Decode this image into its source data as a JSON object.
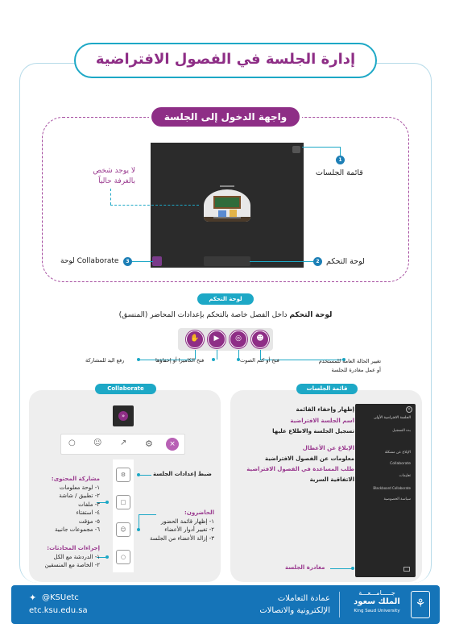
{
  "header": {
    "title": "إدارة الجلسة في الفصول الافتراضية"
  },
  "login": {
    "title": "واجهة الدخول إلى الجلسة",
    "nobody_line1": "لا يوجد شخص",
    "nobody_line2": "بالغرفة حالياً",
    "sessions_menu": "قائمة الجلسات",
    "control_panel": "لوحة التحكم",
    "collab_panel": "لوحة Collaborate",
    "n1": "1",
    "n2": "2",
    "n3": "3"
  },
  "control": {
    "badge": "لوحة التحكم",
    "desc_bold": "لوحة التحكم",
    "desc_rest": "داخل الفصل خاصة بالتحكم بإعدادات المحاضر (المنسق)",
    "status_line1": "تغيير الحالة العامة للمستخدم",
    "status_line2": "أو عمل مغادرة للجلسة",
    "mic": "فتح أو كتم الصوت",
    "camera": "فتح الكاميرا أو إخفاؤها",
    "hand": "رفع اليد للمشاركة"
  },
  "sessions": {
    "badge": "قائمة الجلسات",
    "items": [
      {
        "text": "إظهار وإخفاء القائمة",
        "color": "#222"
      },
      {
        "text": "اسم الجلسة الافتراضية",
        "color": "#9a3a8f"
      },
      {
        "text": "تسجيل الجلسة والاطلاع عليها",
        "color": "#222"
      },
      {
        "text": "الإبلاغ عن الأعطال",
        "color": "#9a3a8f"
      },
      {
        "text": "معلومات عن الفصول الافتراضية",
        "color": "#222"
      },
      {
        "text": "طلب المساعدة في الفصول الافتراضية",
        "color": "#9a3a8f"
      },
      {
        "text": "الاتفاقية السرية",
        "color": "#222"
      }
    ],
    "leave": "مغادرة الجلسة",
    "shot": {
      "session_name": "الجلسة الافتراضية الأولى",
      "rec": "بدء التسجيل",
      "report": "الإبلاغ عن مشكلة",
      "collab": "Collaborate",
      "help": "تعليمات",
      "bb": "Blackboard Collaborate",
      "privacy": "سياسة الخصوصية"
    }
  },
  "collab": {
    "badge": "Collaborate",
    "settings": "ضبط إعدادات الجلسة",
    "content_title": "مشاركة المحتوى:",
    "content_items": [
      "١- لوحة معلومات",
      "٢- تطبيق / شاشة",
      "٣- ملفات",
      "٤- استفتاء",
      "٥- مؤقت",
      "٦- مجموعات جانبية"
    ],
    "attendees_title": "الحاضرون:",
    "attendees_items": [
      "١- إظهار قائمة الحضور",
      "٢- تغيير أدوار الأعضاء",
      "٣- إزالة الأعضاء من الجلسة"
    ],
    "chat_title": "إجراءات المحادثات:",
    "chat_items": [
      "١- الدردشة مع الكل",
      "٢- الخاصة مع المنسقين"
    ]
  },
  "footer": {
    "twitter": "@KSUetc",
    "site": "etc.ksu.edu.sa",
    "dept_line1": "عمادة التعاملات",
    "dept_line2": "الإلكترونية والاتصالات",
    "uni_ar_top": "جـــــامـــعـــة",
    "uni_ar": "الملك سعود",
    "uni_en": "King Saud University"
  },
  "colors": {
    "accent": "#8e2e86",
    "teal": "#1da8c6",
    "footer": "#1574b8"
  }
}
